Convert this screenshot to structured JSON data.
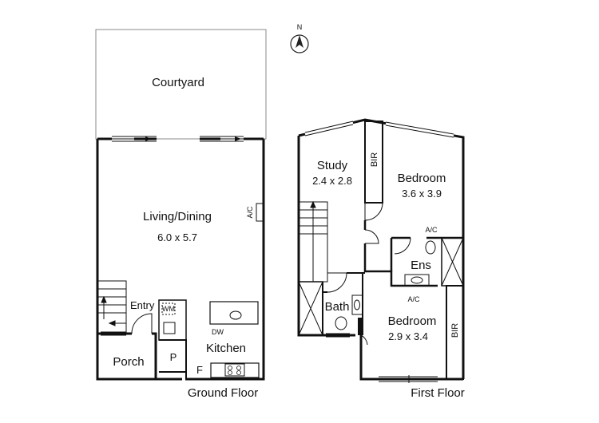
{
  "compass": {
    "label": "N"
  },
  "ground_floor": {
    "title": "Ground Floor",
    "rooms": {
      "courtyard": "Courtyard",
      "living": {
        "name": "Living/Dining",
        "size": "6.0 x 5.7"
      },
      "entry": "Entry",
      "porch": "Porch",
      "kitchen": "Kitchen",
      "pantry": "P",
      "fridge": "F"
    },
    "fixtures": {
      "ac": "A/C",
      "wm": "WM",
      "dw": "DW"
    }
  },
  "first_floor": {
    "title": "First Floor",
    "rooms": {
      "study": {
        "name": "Study",
        "size": "2.4 x 2.8"
      },
      "bedroom1": {
        "name": "Bedroom",
        "size": "3.6 x 3.9"
      },
      "ens": "Ens",
      "bath": "Bath",
      "bedroom2": {
        "name": "Bedroom",
        "size": "2.9 x 3.4"
      }
    },
    "fixtures": {
      "bir_top": "BIR",
      "bir_right": "BIR",
      "ac_top": "A/C",
      "ac_bottom": "A/C"
    }
  }
}
